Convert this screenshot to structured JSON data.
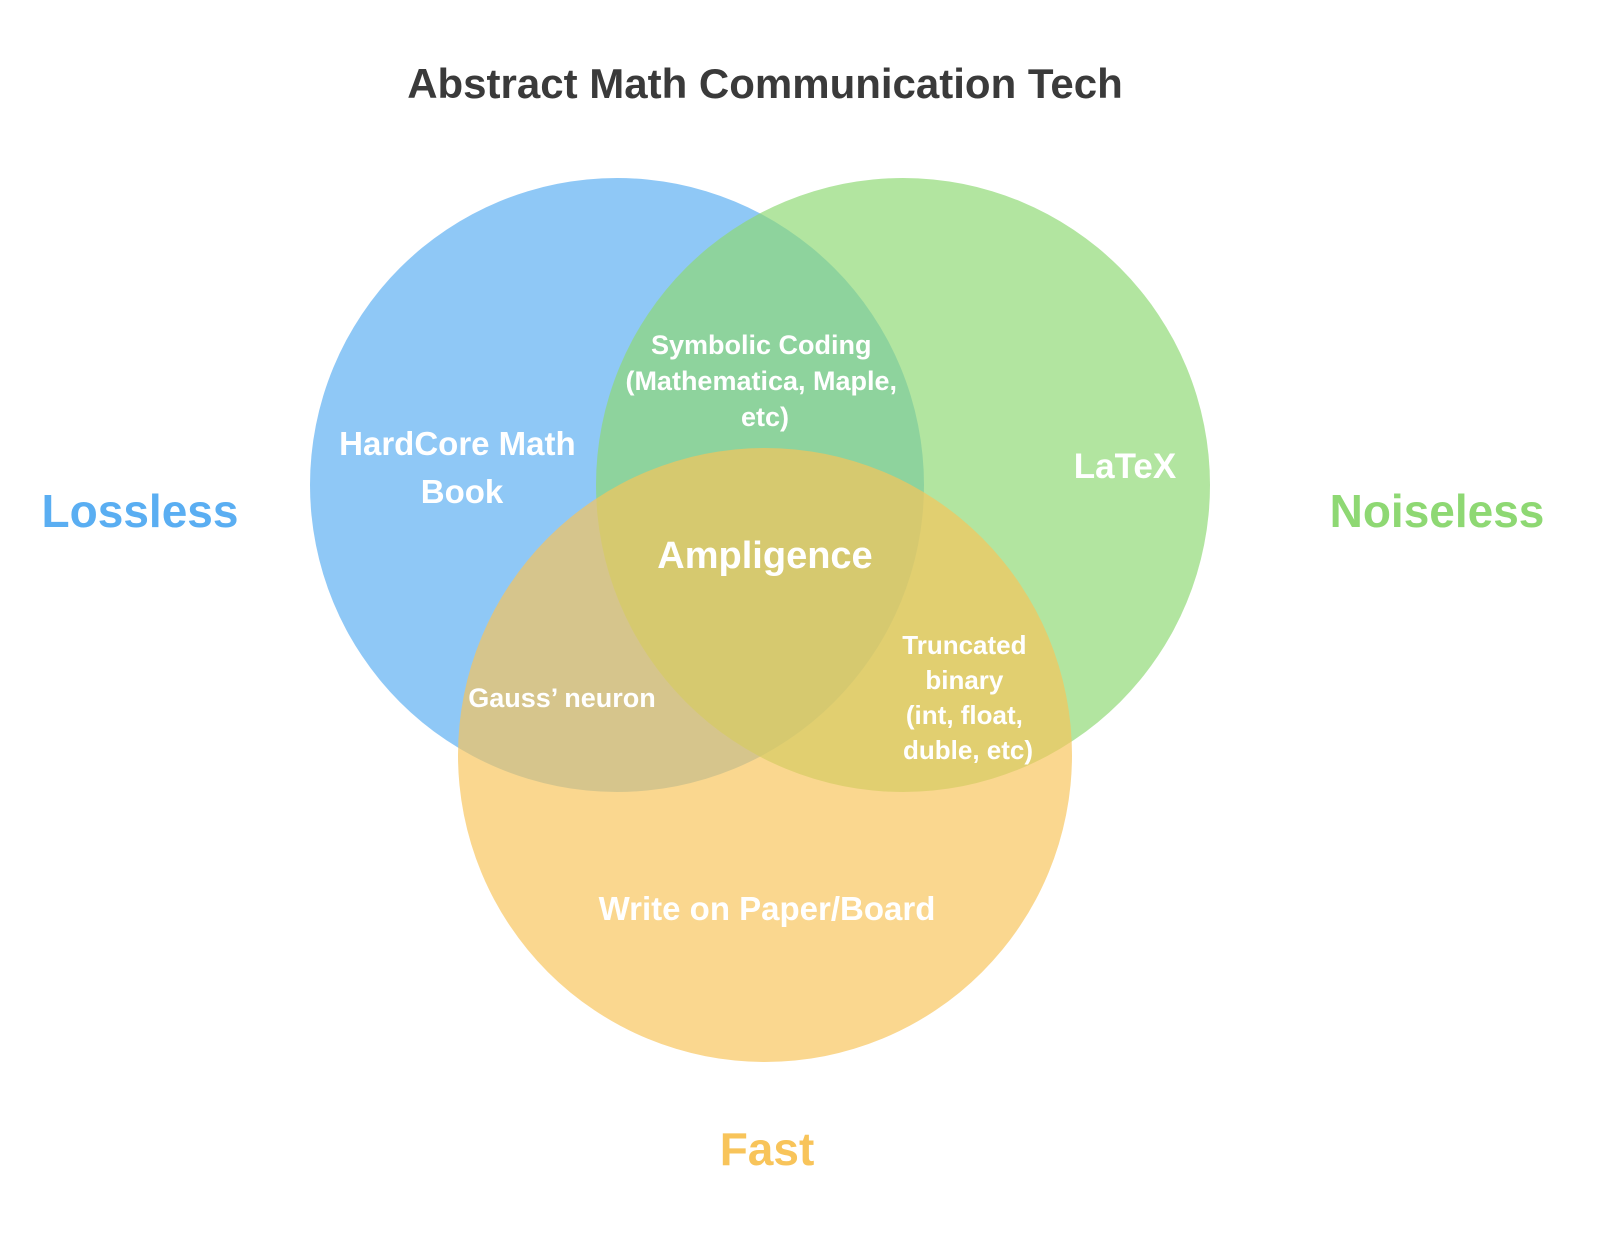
{
  "title": "Abstract Math Communication Tech",
  "colors": {
    "lossless": "#5aaef2",
    "noiseless": "#8ed873",
    "fast": "#f8c45a",
    "title": "#3a3a3a",
    "region_text": "#ffffff"
  },
  "sets": {
    "lossless": {
      "label": "Lossless"
    },
    "noiseless": {
      "label": "Noiseless"
    },
    "fast": {
      "label": "Fast"
    }
  },
  "regions": {
    "lossless_only": [
      "HardCore Math",
      "Book"
    ],
    "noiseless_only": [
      "LaTeX"
    ],
    "fast_only": [
      "Write on Paper/Board"
    ],
    "lossless_noiseless": [
      "Symbolic Coding",
      "(Mathematica, Maple,",
      "etc)"
    ],
    "lossless_fast": [
      "Gauss’ neuron"
    ],
    "noiseless_fast": [
      "Truncated",
      "binary",
      "(int, float,",
      "duble, etc)"
    ],
    "center": [
      "Ampligence"
    ]
  }
}
